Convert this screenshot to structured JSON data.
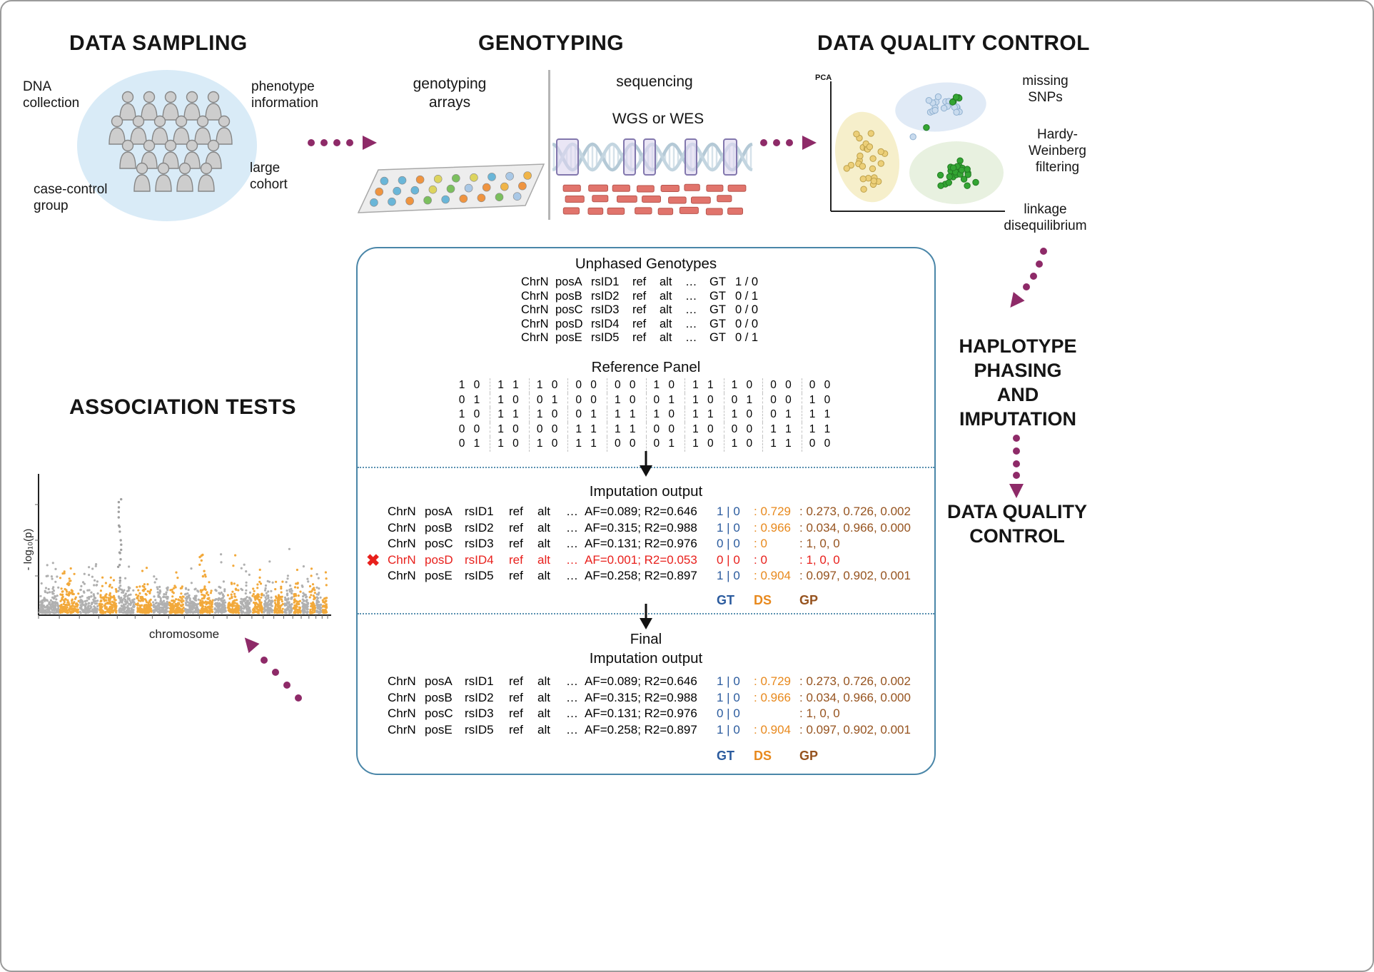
{
  "colors": {
    "arrow": "#8e2a68",
    "gt": "#2b5b9e",
    "ds": "#e8891d",
    "gp": "#96531f",
    "excluded": "#e8201c",
    "panel_border": "#4a86a8",
    "manhattan_gray": "#b0b0b0",
    "manhattan_orange": "#f2a93b"
  },
  "icons": {
    "x_mark": "✖"
  },
  "top": {
    "sampling": {
      "title": "DATA SAMPLING",
      "dna_collection": "DNA\ncollection",
      "phenotype": "phenotype\ninformation",
      "large_cohort": "large\ncohort",
      "case_control": "case-control\ngroup"
    },
    "genotyping": {
      "title": "GENOTYPING",
      "arrays": "genotyping\narrays",
      "sequencing": "sequencing",
      "wgs": "WGS or WES"
    },
    "qc": {
      "title": "DATA QUALITY CONTROL",
      "pca": "PCA",
      "missing": "missing\nSNPs",
      "hw": "Hardy-\nWeinberg\nfiltering",
      "ld": "linkage\ndisequilibrium"
    }
  },
  "right": {
    "phasing_title": "HAPLOTYPE\nPHASING\nAND\nIMPUTATION",
    "qc2_title": "DATA QUALITY\nCONTROL"
  },
  "association": {
    "title": "ASSOCIATION TESTS",
    "ylabel": "- log₁₀(p)",
    "xlabel": "chromosome"
  },
  "panel": {
    "unphased": {
      "title": "Unphased Genotypes",
      "rows": [
        {
          "chr": "ChrN",
          "pos": "posA",
          "rsid": "rsID1",
          "ref": "ref",
          "alt": "alt",
          "dots": "…",
          "gt_label": "GT",
          "gt": "1 / 0"
        },
        {
          "chr": "ChrN",
          "pos": "posB",
          "rsid": "rsID2",
          "ref": "ref",
          "alt": "alt",
          "dots": "…",
          "gt_label": "GT",
          "gt": "0 / 1"
        },
        {
          "chr": "ChrN",
          "pos": "posC",
          "rsid": "rsID3",
          "ref": "ref",
          "alt": "alt",
          "dots": "…",
          "gt_label": "GT",
          "gt": "0 / 0"
        },
        {
          "chr": "ChrN",
          "pos": "posD",
          "rsid": "rsID4",
          "ref": "ref",
          "alt": "alt",
          "dots": "…",
          "gt_label": "GT",
          "gt": "0 / 0"
        },
        {
          "chr": "ChrN",
          "pos": "posE",
          "rsid": "rsID5",
          "ref": "ref",
          "alt": "alt",
          "dots": "…",
          "gt_label": "GT",
          "gt": "0 / 1"
        }
      ]
    },
    "reference": {
      "title": "Reference Panel",
      "rows": [
        [
          "1 0",
          "1 1",
          "1 0",
          "0 0",
          "0 0",
          "1 0",
          "1 1",
          "1 0",
          "0 0",
          "0 0"
        ],
        [
          "0 1",
          "1 0",
          "0 1",
          "0 0",
          "1 0",
          "0 1",
          "1 0",
          "0 1",
          "0 0",
          "1 0"
        ],
        [
          "1 0",
          "1 1",
          "1 0",
          "0 1",
          "1 1",
          "1 0",
          "1 1",
          "1 0",
          "0 1",
          "1 1"
        ],
        [
          "0 0",
          "1 0",
          "0 0",
          "1 1",
          "1 1",
          "0 0",
          "1 0",
          "0 0",
          "1 1",
          "1 1"
        ],
        [
          "0 1",
          "1 0",
          "1 0",
          "1 1",
          "0 0",
          "0 1",
          "1 0",
          "1 0",
          "1 1",
          "0 0"
        ]
      ]
    },
    "imputation": {
      "title": "Imputation output",
      "rows": [
        {
          "chr": "ChrN",
          "pos": "posA",
          "rsid": "rsID1",
          "ref": "ref",
          "alt": "alt",
          "dots": "…",
          "stats": "AF=0.089; R2=0.646",
          "gt": "1 | 0",
          "ds": ": 0.729",
          "gp": ": 0.273, 0.726, 0.002",
          "excluded": false
        },
        {
          "chr": "ChrN",
          "pos": "posB",
          "rsid": "rsID2",
          "ref": "ref",
          "alt": "alt",
          "dots": "…",
          "stats": "AF=0.315; R2=0.988",
          "gt": "1 | 0",
          "ds": ": 0.966",
          "gp": ": 0.034, 0.966, 0.000",
          "excluded": false
        },
        {
          "chr": "ChrN",
          "pos": "posC",
          "rsid": "rsID3",
          "ref": "ref",
          "alt": "alt",
          "dots": "…",
          "stats": "AF=0.131; R2=0.976",
          "gt": "0 | 0",
          "ds": ": 0",
          "gp": ": 1, 0, 0",
          "excluded": false
        },
        {
          "chr": "ChrN",
          "pos": "posD",
          "rsid": "rsID4",
          "ref": "ref",
          "alt": "alt",
          "dots": "…",
          "stats": "AF=0.001; R2=0.053",
          "gt": "0 | 0",
          "ds": ": 0",
          "gp": ": 1, 0, 0",
          "excluded": true
        },
        {
          "chr": "ChrN",
          "pos": "posE",
          "rsid": "rsID5",
          "ref": "ref",
          "alt": "alt",
          "dots": "…",
          "stats": "AF=0.258; R2=0.897",
          "gt": "1 | 0",
          "ds": ": 0.904",
          "gp": ": 0.097, 0.902, 0.001",
          "excluded": false
        }
      ],
      "legend": {
        "gt": "GT",
        "ds": "DS",
        "gp": "GP"
      }
    },
    "final": {
      "title": "Final\nImputation output",
      "rows": [
        {
          "chr": "ChrN",
          "pos": "posA",
          "rsid": "rsID1",
          "ref": "ref",
          "alt": "alt",
          "dots": "…",
          "stats": "AF=0.089; R2=0.646",
          "gt": "1 | 0",
          "ds": ": 0.729",
          "gp": ": 0.273, 0.726, 0.002",
          "excluded": false
        },
        {
          "chr": "ChrN",
          "pos": "posB",
          "rsid": "rsID2",
          "ref": "ref",
          "alt": "alt",
          "dots": "…",
          "stats": "AF=0.315; R2=0.988",
          "gt": "1 | 0",
          "ds": ": 0.966",
          "gp": ": 0.034, 0.966, 0.000",
          "excluded": false
        },
        {
          "chr": "ChrN",
          "pos": "posC",
          "rsid": "rsID3",
          "ref": "ref",
          "alt": "alt",
          "dots": "…",
          "stats": "AF=0.131; R2=0.976",
          "gt": "0 | 0",
          "ds": "",
          "gp": ": 1, 0, 0",
          "excluded": false
        },
        {
          "chr": "ChrN",
          "pos": "posE",
          "rsid": "rsID5",
          "ref": "ref",
          "alt": "alt",
          "dots": "…",
          "stats": "AF=0.258; R2=0.897",
          "gt": "1 | 0",
          "ds": ": 0.904",
          "gp": ": 0.097, 0.902, 0.001",
          "excluded": false
        }
      ],
      "legend": {
        "gt": "GT",
        "ds": "DS",
        "gp": "GP"
      }
    }
  }
}
